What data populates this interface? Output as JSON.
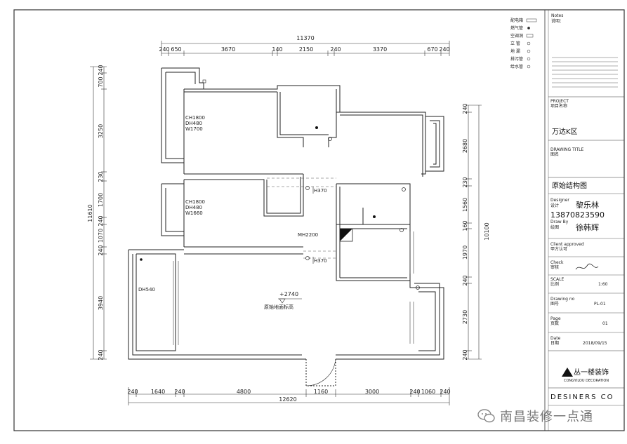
{
  "plan": {
    "overall_top": "11370",
    "top_dims": [
      "240",
      "650",
      "3670",
      "140",
      "2150",
      "240",
      "3370",
      "670",
      "240"
    ],
    "overall_bottom": "12620",
    "bottom_dims": [
      "240",
      "1640",
      "240",
      "4800",
      "1160",
      "3000",
      "240",
      "1060",
      "240"
    ],
    "overall_left": "11610",
    "left_dims": [
      "700",
      "240",
      "3250",
      "230",
      "1700",
      "240",
      "1070",
      "240",
      "3940",
      "240"
    ],
    "overall_right": "10100",
    "right_dims": [
      "240",
      "2680",
      "230",
      "1560",
      "160",
      "1970",
      "240",
      "2730",
      "240"
    ],
    "room_labels": {
      "r1_ch": "CH1800",
      "r1_dh": "DH480",
      "r1_w": "W1700",
      "r2_ch": "CH1800",
      "r2_dh": "DH480",
      "r2_w": "W1660",
      "mh": "MH2200",
      "h370_a": "H370",
      "h370_b": "H370",
      "dh540": "DH540",
      "level": "+2740",
      "level_note": "原始地面标高"
    }
  },
  "titleblock": {
    "legend": [
      {
        "label": "配电箱",
        "sym": "box-icon"
      },
      {
        "label": "燃气管",
        "sym": "dot-icon"
      },
      {
        "label": "空调洞",
        "sym": "ac-hole-icon"
      },
      {
        "label": "立  管",
        "sym": "circle-icon"
      },
      {
        "label": "地  漏",
        "sym": "circle-icon"
      },
      {
        "label": "排污管",
        "sym": "circle-icon"
      },
      {
        "label": "给水管",
        "sym": "circle-icon"
      }
    ],
    "notes_title": "Notes",
    "notes_sub": "说明：",
    "project_label": "PROJECT",
    "project_sub": "项目名称",
    "project_name": "万达K区",
    "drawing_title_label": "DRAWING TITLE",
    "drawing_title_sub": "图名",
    "drawing_title": "原始结构图",
    "designer_label": "Designer",
    "designer_sub": "设计",
    "designer_name": "黎乐林",
    "phone": "13870823590",
    "draw_by_label": "Draw By",
    "draw_by_sub": "绘图",
    "draw_by_name": "徐韩辉",
    "client_label": "Client approved",
    "client_sub": "甲方认可",
    "check_label": "Check",
    "check_sub": "审核",
    "scale_label": "SCALE",
    "scale_sub": "比例",
    "scale_value": "1:60",
    "drawing_no_label": "Drawing no",
    "drawing_no_sub": "图号",
    "drawing_no": "PL-01",
    "page_label": "Page",
    "page_sub": "页数",
    "page_value": "01",
    "date_label": "Date",
    "date_sub": "日期",
    "date_value": "2018/09/15",
    "company_cn": "丛一楼装饰",
    "company_en": "CONGYILOU DECORATION",
    "designers": "DESINERS CO"
  },
  "watermark": {
    "text": "南昌装修一点通"
  }
}
